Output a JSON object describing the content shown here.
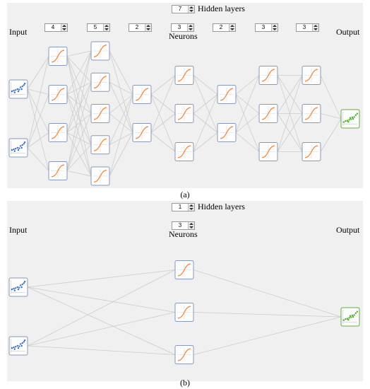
{
  "panel_a": {
    "hidden_layers_count": "7",
    "hidden_layers_label": "Hidden layers",
    "neurons_label": "Neurons",
    "input_label": "Input",
    "output_label": "Output",
    "layer_neuron_counts": [
      "4",
      "5",
      "2",
      "3",
      "2",
      "3",
      "3"
    ],
    "caption": "(a)"
  },
  "panel_b": {
    "hidden_layers_count": "1",
    "hidden_layers_label": "Hidden layers",
    "neurons_label": "Neurons",
    "input_label": "Input",
    "output_label": "Output",
    "layer_neuron_counts": [
      "3"
    ],
    "caption": "(b)"
  },
  "colors": {
    "connection": "#cccccc",
    "neuron_border": "#8899bb",
    "activation_curve": "#f08a3c",
    "input_dots": "#3a6fc4",
    "output_border": "#66aa44",
    "output_dots": "#4caf28"
  }
}
